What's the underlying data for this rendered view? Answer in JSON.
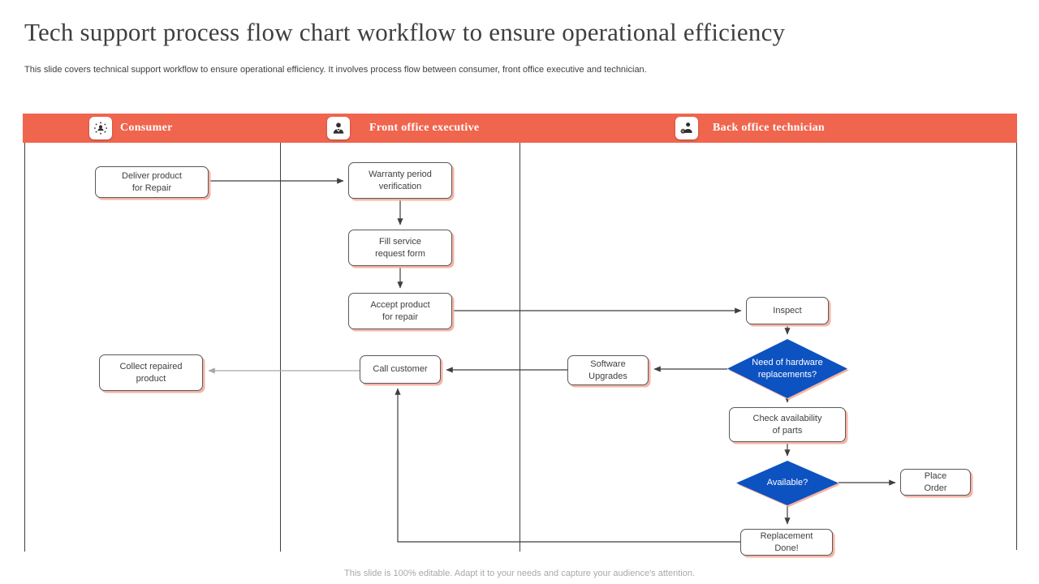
{
  "slide": {
    "title": "Tech support process flow chart workflow to ensure operational efficiency",
    "subtitle": "This slide covers technical support workflow to ensure operational efficiency. It involves process flow between consumer, front office executive and technician.",
    "footer": "This slide is 100% editable. Adapt it to your needs and capture your audience's attention."
  },
  "lanes": [
    {
      "label": "Consumer",
      "icon": "consumer-icon"
    },
    {
      "label": "Front office executive",
      "icon": "executive-icon"
    },
    {
      "label": "Back office technician",
      "icon": "technician-gear-icon"
    }
  ],
  "nodes": {
    "deliver_product": "Deliver  product\nfor Repair",
    "warranty_verification": "Warranty period\nverification",
    "fill_service_form": "Fill service\nrequest form",
    "accept_product": "Accept product\nfor repair",
    "inspect": "Inspect",
    "need_hardware": "Need of hardware\nreplacements?",
    "software_upgrades": "Software\nUpgrades",
    "call_customer": "Call customer",
    "collect_product": "Collect repaired\nproduct",
    "check_availability": "Check availability\nof parts",
    "available": "Available?",
    "place_order": "Place\nOrder",
    "replacement_done": "Replacement\nDone!"
  },
  "edges": [
    {
      "from": "deliver_product",
      "to": "warranty_verification"
    },
    {
      "from": "warranty_verification",
      "to": "fill_service_form"
    },
    {
      "from": "fill_service_form",
      "to": "accept_product"
    },
    {
      "from": "accept_product",
      "to": "inspect"
    },
    {
      "from": "inspect",
      "to": "need_hardware"
    },
    {
      "from": "need_hardware",
      "to": "software_upgrades"
    },
    {
      "from": "software_upgrades",
      "to": "call_customer"
    },
    {
      "from": "call_customer",
      "to": "collect_product"
    },
    {
      "from": "need_hardware",
      "to": "check_availability"
    },
    {
      "from": "check_availability",
      "to": "available"
    },
    {
      "from": "available",
      "to": "place_order"
    },
    {
      "from": "available",
      "to": "replacement_done"
    },
    {
      "from": "replacement_done",
      "to": "call_customer"
    }
  ],
  "colors": {
    "header_bg": "#F0654E",
    "diamond_bg": "#0D52C1",
    "box_border": "#595959",
    "box_shadow": "#F5B4A5",
    "arrow": "#3F3F3F",
    "arrow_light": "#A6A6A6",
    "body_text": "#404040",
    "title_text": "#3F3F3F",
    "footer_text": "#A8A8A8",
    "icon_glyph": "#2E2E2E"
  }
}
